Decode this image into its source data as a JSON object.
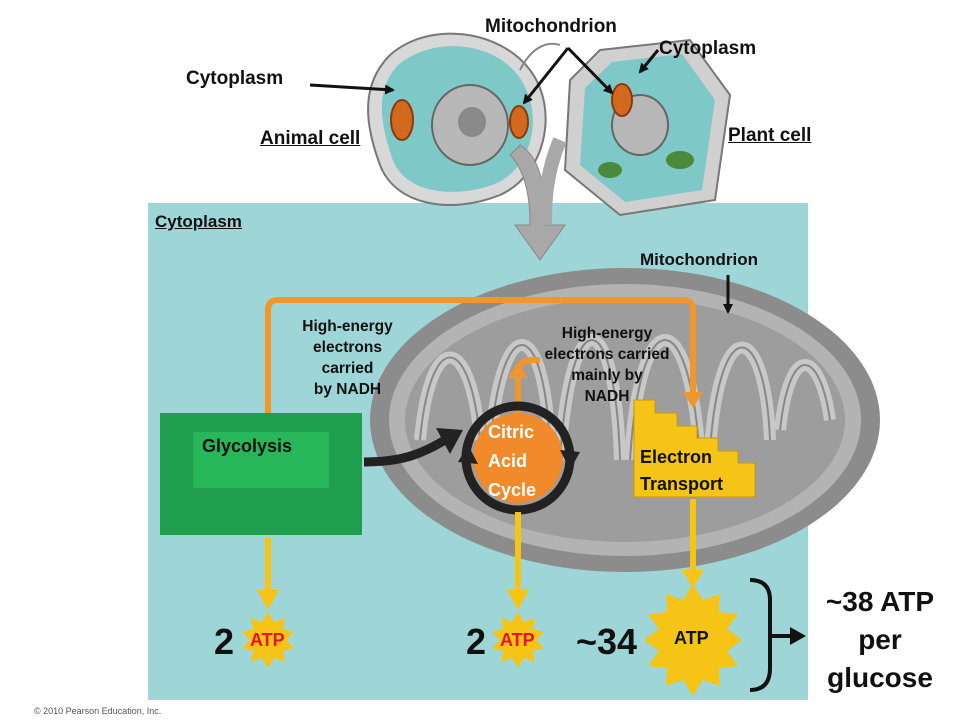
{
  "labels": {
    "mitochondrion_top": "Mitochondrion",
    "cytoplasm_left": "Cytoplasm",
    "cytoplasm_right": "Cytoplasm",
    "animal_cell": "Animal cell",
    "plant_cell": "Plant cell",
    "cytoplasm_panel": "Cytoplasm",
    "mitochondrion_panel": "Mitochondrion",
    "nadh_left": [
      "High-energy",
      "electrons",
      "carried",
      "by NADH"
    ],
    "nadh_mid": [
      "High-energy",
      "electrons carried",
      "mainly by",
      "NADH"
    ],
    "glycolysis": "Glycolysis",
    "citric": [
      "Citric",
      "Acid",
      "Cycle"
    ],
    "electron": [
      "Electron",
      "Transport"
    ],
    "atp_count_left": "2",
    "atp_count_mid": "2",
    "atp_count_right": "~34",
    "atp_label": "ATP",
    "total": [
      "~38 ATP",
      "per",
      "glucose"
    ],
    "copyright": "© 2010 Pearson Education, Inc."
  },
  "colors": {
    "panel": "#9ed6d8",
    "glycolysis_outer": "#1f9e4e",
    "glycolysis_inner": "#27b75a",
    "citric": "#f08a2a",
    "electron_box": "#f5c416",
    "orange_arrow": "#f0962c",
    "yellow_arrow": "#f5c416",
    "mito_gray": "#9a9a9a",
    "atp_star": "#f5c416"
  }
}
